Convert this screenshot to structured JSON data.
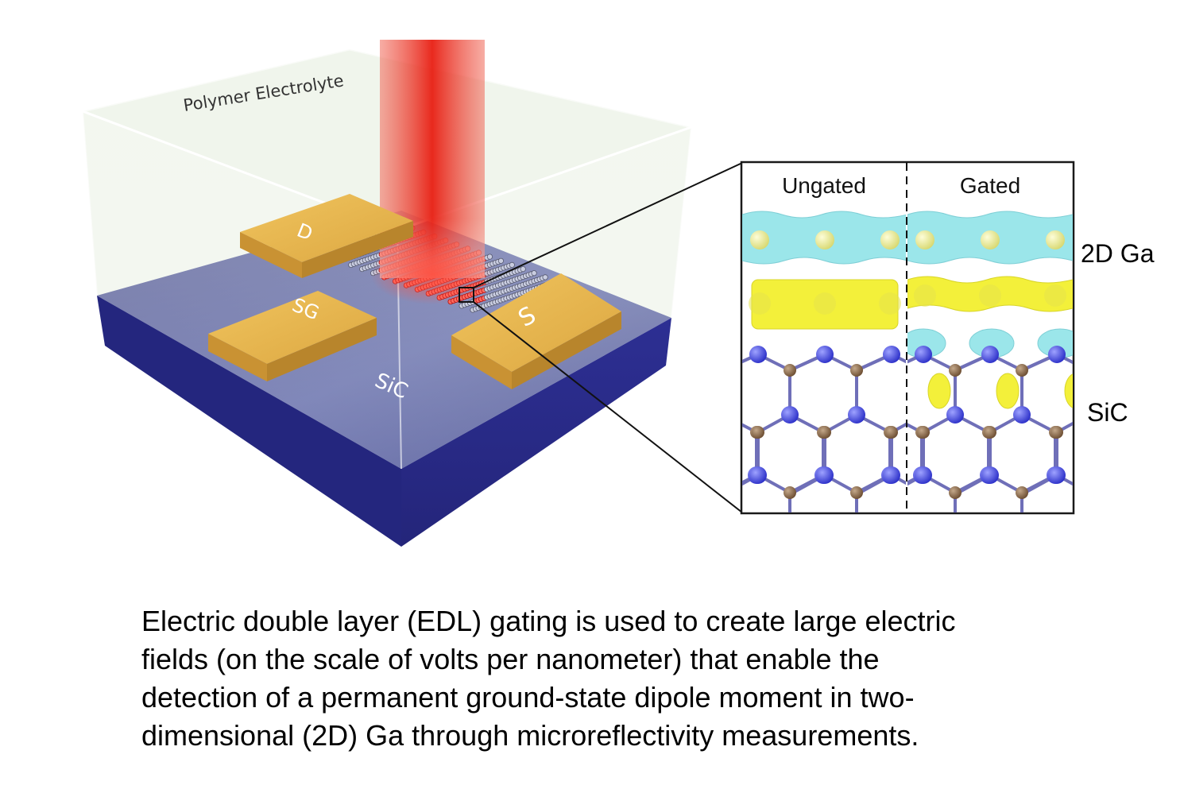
{
  "device": {
    "electrolyte_label": "Polymer Electrolyte",
    "contacts": {
      "drain": "D",
      "source": "S",
      "side_gate": "SG"
    },
    "substrate_label": "SiC"
  },
  "inset": {
    "panels": [
      "Ungated",
      "Gated"
    ],
    "row_labels": {
      "top": "2D Ga",
      "bottom": "SiC"
    }
  },
  "caption_lines": [
    "Electric double layer (EDL) gating is used to create large electric",
    "fields (on the scale of volts per nanometer) that enable the",
    "detection of a permanent ground-state dipole moment in two-",
    "dimensional (2D) Ga through microreflectivity measurements."
  ],
  "colors": {
    "substrate": "#2e2f8e",
    "contact": "#e8b54a",
    "laser": "#e8281c",
    "electrolyte": "#dfeadb",
    "isosurface_cyan": "#8fe3e8",
    "isosurface_yellow": "#f2ef3a",
    "atom_si": "#3b3fd8",
    "atom_c": "#7a5a3e"
  }
}
